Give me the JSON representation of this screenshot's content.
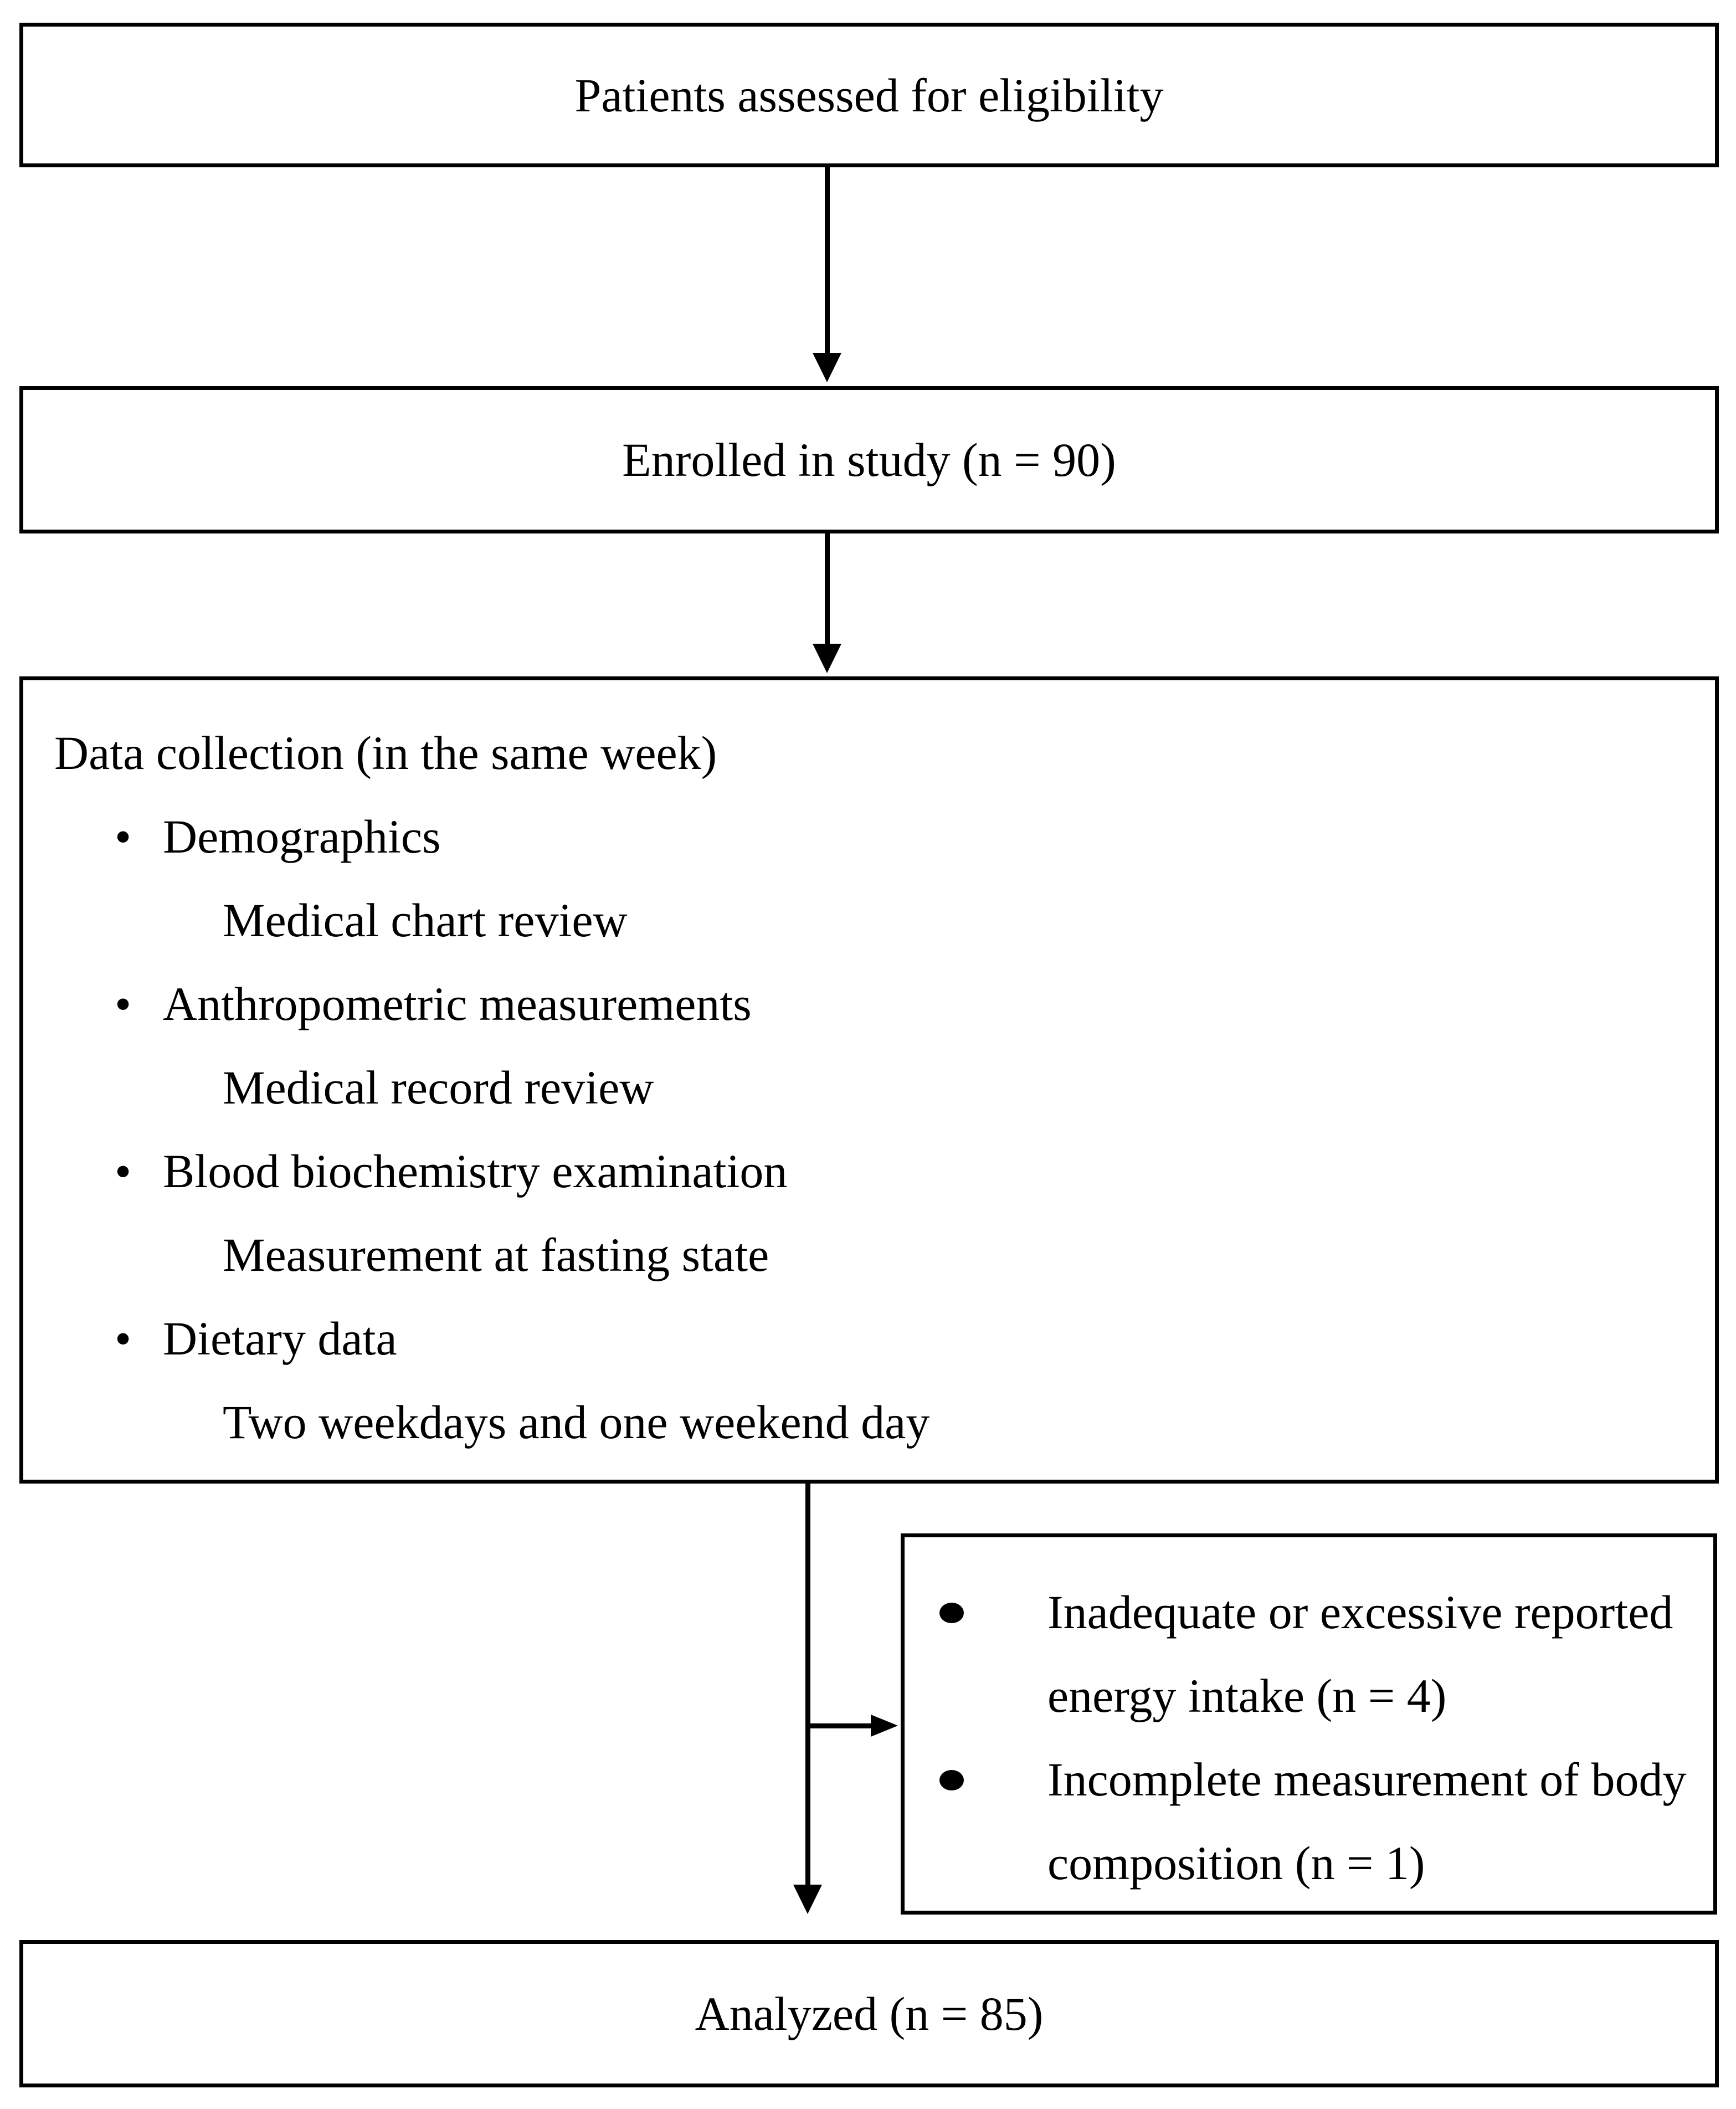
{
  "colors": {
    "border": "#000000",
    "background": "#ffffff",
    "text": "#000000"
  },
  "nodes": {
    "eligibility": {
      "text": "Patients assessed for eligibility"
    },
    "enrolled": {
      "text": "Enrolled in study (n = 90)"
    },
    "data_collection": {
      "title": "Data collection (in the same week)",
      "bullet_glyph": "•",
      "items": [
        {
          "label": "Demographics",
          "detail": "Medical chart review"
        },
        {
          "label": "Anthropometric measurements",
          "detail": "Medical record review"
        },
        {
          "label": "Blood biochemistry examination",
          "detail": "Measurement at fasting state"
        },
        {
          "label": "Dietary data",
          "detail": "Two weekdays and one weekend day"
        }
      ]
    },
    "excluded": {
      "lines": [
        {
          "text": "Inadequate or excessive reported"
        },
        {
          "text": "energy intake (n = 4)"
        },
        {
          "text": "Incomplete measurement of body"
        },
        {
          "text": "composition (n = 1)"
        }
      ]
    },
    "analyzed": {
      "text": "Analyzed (n = 85)"
    }
  }
}
